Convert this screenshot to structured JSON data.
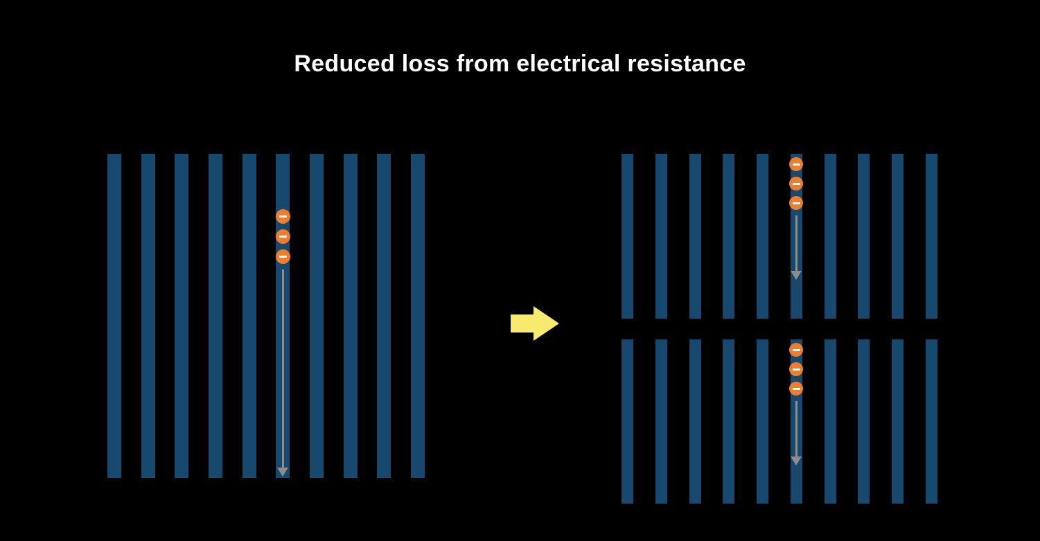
{
  "title": "Reduced loss from electrical resistance",
  "colors": {
    "background": "#000000",
    "title_text": "#ffffff",
    "cell_bar": "#17496e",
    "electron": "#ee7d2e",
    "electron_symbol": "#ffffff",
    "flow_arrow": "#8d8d8d",
    "transform_arrow": "#f7ea6e"
  },
  "diagram": {
    "electron_symbol": "−",
    "left_panel": {
      "name": "full-cell",
      "bar_count": 10,
      "electron_count": 3,
      "electron_column_index": 5
    },
    "right_top_panel": {
      "name": "half-cell-top",
      "bar_count": 10,
      "electron_count": 3,
      "electron_column_index": 5
    },
    "right_bottom_panel": {
      "name": "half-cell-bottom",
      "bar_count": 10,
      "electron_count": 3,
      "electron_column_index": 5
    }
  },
  "icons": {
    "transform_arrow": "right-arrow",
    "flow_arrow": "down-arrow",
    "electron": "minus-circle"
  }
}
